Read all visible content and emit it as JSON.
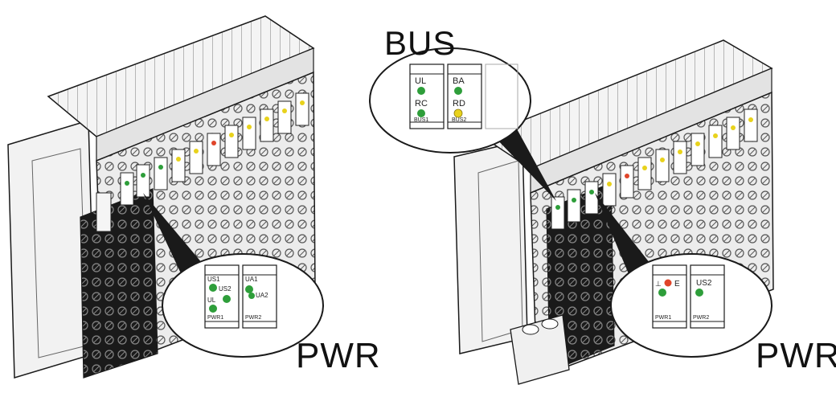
{
  "labels": {
    "pwr_left": "PWR",
    "bus": "BUS",
    "pwr_right": "PWR"
  },
  "callouts": {
    "left_pwr": {
      "panel1": {
        "led1": "US1",
        "led2": "US2",
        "led3": "UL",
        "footer": "PWR1"
      },
      "panel2": {
        "led1": "UA1",
        "led2": "UA2",
        "footer": "PWR2"
      }
    },
    "bus": {
      "panel1": {
        "led1": "UL",
        "led2": "RC",
        "footer": "BUS1"
      },
      "panel2": {
        "led1": "BA",
        "led2": "RD",
        "footer": "BUS2"
      }
    },
    "right_pwr": {
      "panel1": {
        "led1": "E",
        "led_prefix": "⊥",
        "footer": "PWR1"
      },
      "panel2": {
        "led1": "US2",
        "footer": "PWR2"
      }
    }
  },
  "colors": {
    "led_green": "#2e9e3a",
    "led_yellow": "#e8d21c",
    "led_red": "#e0452a",
    "line": "#1a1a1a",
    "shade": "#d9d9d9",
    "dark": "#141414"
  }
}
